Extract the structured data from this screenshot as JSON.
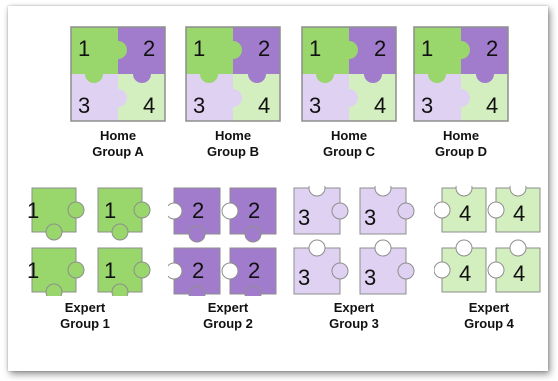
{
  "colors": {
    "p1": "#99d66b",
    "p2": "#a27ccc",
    "p3": "#dfd1f2",
    "p4": "#d4efbf",
    "outline": "#8e8e8e"
  },
  "home_groups": [
    {
      "line1": "Home",
      "line2": "Group A",
      "numbers": [
        "1",
        "2",
        "3",
        "4"
      ]
    },
    {
      "line1": "Home",
      "line2": "Group B",
      "numbers": [
        "1",
        "2",
        "3",
        "4"
      ]
    },
    {
      "line1": "Home",
      "line2": "Group C",
      "numbers": [
        "1",
        "2",
        "3",
        "4"
      ]
    },
    {
      "line1": "Home",
      "line2": "Group D",
      "numbers": [
        "1",
        "2",
        "3",
        "4"
      ]
    }
  ],
  "expert_groups": [
    {
      "line1": "Expert",
      "line2": "Group 1",
      "number": "1",
      "color_key": "p1"
    },
    {
      "line1": "Expert",
      "line2": "Group 2",
      "number": "2",
      "color_key": "p2"
    },
    {
      "line1": "Expert",
      "line2": "Group 3",
      "number": "3",
      "color_key": "p3"
    },
    {
      "line1": "Expert",
      "line2": "Group 4",
      "number": "4",
      "color_key": "p4"
    }
  ]
}
